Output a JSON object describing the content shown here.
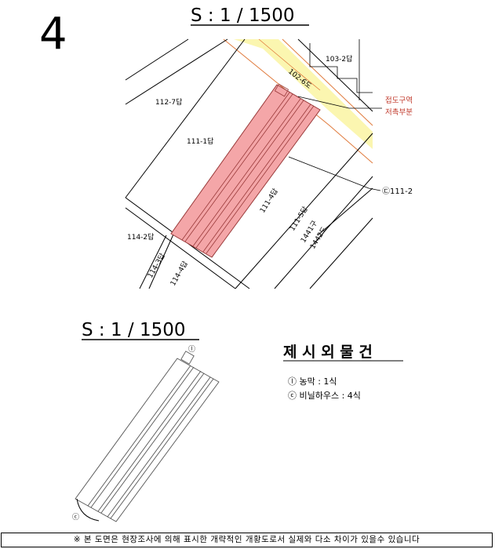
{
  "sheet_number": "4",
  "scale_top": "S : 1 / 1500",
  "scale_bottom": "S : 1 / 1500",
  "parcels": {
    "p103_2": "103-2답",
    "p102_6": "102-6도",
    "p112_7": "112-7답",
    "p111_1": "111-1답",
    "p111_4": "111-4답",
    "p111_5": "111-5답",
    "p114_2": "114-2답",
    "p114_3": "114-3답",
    "p114_4": "114-4답",
    "p1441": "1441구",
    "p1442": "1442도"
  },
  "callouts": {
    "road_line1": "접도구역",
    "road_line2": "저촉부분",
    "parcel_ref": "㉢111-2"
  },
  "excluded": {
    "title": "제 시 외 물 건",
    "item1": "ⓛ 농막 : 1식",
    "item2": "ⓒ 비닐하우스 : 4식",
    "marker_l": "ⓛ",
    "marker_c": "ⓒ"
  },
  "footer": "※ 본 도면은 현장조사에 의해 표시한 개략적인 개황도로서 실제와 다소 차이가 있을수 있습니다",
  "colors": {
    "highlight": "#f4a6a8",
    "road": "#fbf6b0",
    "boundary_orange": "#e07a3c",
    "callout_red": "#c0392b"
  }
}
